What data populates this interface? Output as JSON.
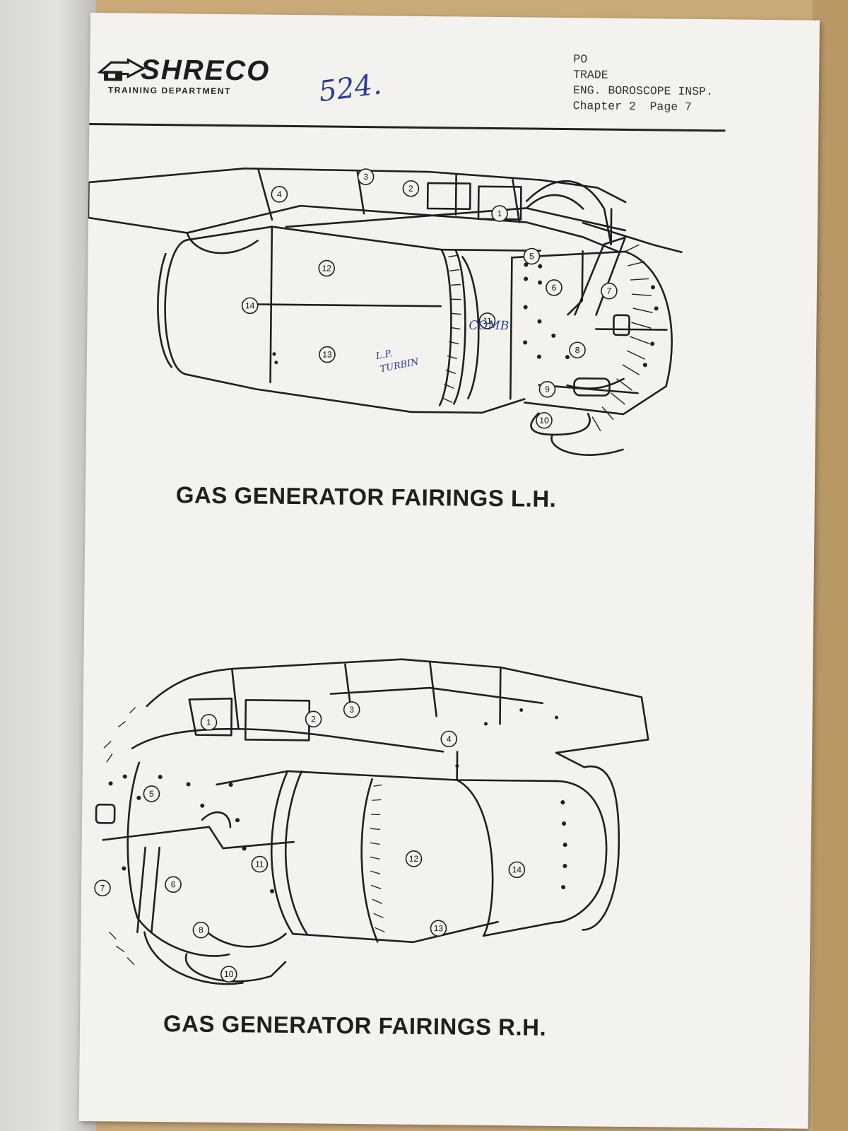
{
  "logo": {
    "name": "SHRECO",
    "department": "TRAINING DEPARTMENT"
  },
  "handwritten_number": "524.",
  "header_ref": {
    "line1": "PO",
    "line2": "TRADE",
    "line3": "ENG. BOROSCOPE INSP.",
    "line4": "Chapter 2  Page 7"
  },
  "diagram_lh": {
    "caption": "GAS GENERATOR FAIRINGS L.H.",
    "callouts": [
      "1",
      "2",
      "3",
      "4",
      "5",
      "6",
      "7",
      "8",
      "9",
      "10",
      "11",
      "12",
      "13",
      "14"
    ],
    "annotations": {
      "comb": "COMB.",
      "lp_turbine_1": "L.P.",
      "lp_turbine_2": "TURBIN"
    }
  },
  "diagram_rh": {
    "caption": "GAS GENERATOR FAIRINGS R.H.",
    "callouts": [
      "1",
      "2",
      "3",
      "4",
      "5",
      "6",
      "7",
      "8",
      "10",
      "11",
      "12",
      "13",
      "14"
    ]
  },
  "colors": {
    "paper": "#f3f2ef",
    "ink": "#1f1f1f",
    "pen": "#2c3e91",
    "table": "#c9a877"
  }
}
